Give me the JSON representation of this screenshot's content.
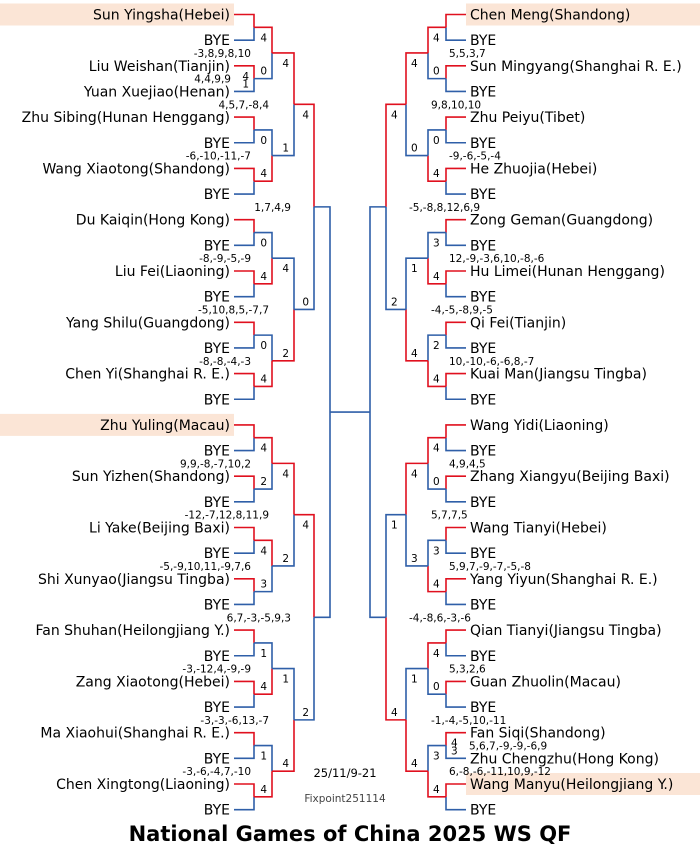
{
  "title": "National Games of China 2025 WS QF",
  "date": "25/11/9-21",
  "credit": "Fixpoint251114",
  "bye_label": "BYE",
  "colors": {
    "highlight": "#fbe5d6",
    "winner_line": "#e0101f",
    "loser_line": "#2f5fa8"
  },
  "left": {
    "players": [
      "Sun Yingsha(Hebei)",
      "BYE",
      "Liu Weishan(Tianjin)",
      "Yuan Xuejiao(Henan)",
      "Zhu Sibing(Hunan Henggang)",
      "BYE",
      "Wang Xiaotong(Shandong)",
      "BYE",
      "Du Kaiqin(Hong Kong)",
      "BYE",
      "Liu Fei(Liaoning)",
      "BYE",
      "Yang Shilu(Guangdong)",
      "BYE",
      "Chen Yi(Shanghai R. E.)",
      "BYE",
      "Zhu Yuling(Macau)",
      "BYE",
      "Sun Yizhen(Shandong)",
      "BYE",
      "Li Yake(Beijing Baxi)",
      "BYE",
      "Shi Xunyao(Jiangsu Tingba)",
      "BYE",
      "Fan Shuhan(Heilongjiang Y.)",
      "BYE",
      "Zang Xiaotong(Hebei)",
      "BYE",
      "Ma Xiaohui(Shanghai R. E.)",
      "BYE",
      "Chen Xingtong(Liaoning)",
      "BYE"
    ],
    "highlighted": [
      0,
      16
    ],
    "r1": [
      {
        "s": [
          "",
          ""
        ],
        "w": 0,
        "sc": ""
      },
      {
        "s": [
          "4",
          "1"
        ],
        "w": 0,
        "sc": "4,4,9,9"
      },
      {
        "s": [
          "",
          ""
        ],
        "w": 0,
        "sc": ""
      },
      {
        "s": [
          "",
          ""
        ],
        "w": 0,
        "sc": ""
      },
      {
        "s": [
          "",
          ""
        ],
        "w": 0,
        "sc": ""
      },
      {
        "s": [
          "",
          ""
        ],
        "w": 0,
        "sc": ""
      },
      {
        "s": [
          "",
          ""
        ],
        "w": 0,
        "sc": ""
      },
      {
        "s": [
          "",
          ""
        ],
        "w": 0,
        "sc": ""
      },
      {
        "s": [
          "",
          ""
        ],
        "w": 0,
        "sc": ""
      },
      {
        "s": [
          "",
          ""
        ],
        "w": 0,
        "sc": ""
      },
      {
        "s": [
          "",
          ""
        ],
        "w": 0,
        "sc": ""
      },
      {
        "s": [
          "",
          ""
        ],
        "w": 0,
        "sc": ""
      },
      {
        "s": [
          "",
          ""
        ],
        "w": 0,
        "sc": ""
      },
      {
        "s": [
          "",
          ""
        ],
        "w": 0,
        "sc": ""
      },
      {
        "s": [
          "",
          ""
        ],
        "w": 0,
        "sc": ""
      },
      {
        "s": [
          "",
          ""
        ],
        "w": 0,
        "sc": ""
      }
    ],
    "r2": [
      {
        "s": [
          "4",
          "0"
        ],
        "w": 0,
        "sc": "-3,8,9,8,10"
      },
      {
        "s": [
          "0",
          "4"
        ],
        "w": 1,
        "sc": "-6,-10,-11,-7"
      },
      {
        "s": [
          "0",
          "4"
        ],
        "w": 1,
        "sc": "-8,-9,-5,-9"
      },
      {
        "s": [
          "0",
          "4"
        ],
        "w": 1,
        "sc": "-8,-8,-4,-3"
      },
      {
        "s": [
          "4",
          "2"
        ],
        "w": 0,
        "sc": "9,9,-8,-7,10,2"
      },
      {
        "s": [
          "4",
          "3"
        ],
        "w": 0,
        "sc": "-5,-9,10,11,-9,7,6"
      },
      {
        "s": [
          "1",
          "4"
        ],
        "w": 1,
        "sc": "-3,-12,4,-9,-9"
      },
      {
        "s": [
          "1",
          "4"
        ],
        "w": 1,
        "sc": "-3,-6,-4,7,-10"
      }
    ],
    "r3": [
      {
        "s": [
          "4",
          "1"
        ],
        "w": 0,
        "sc": "4,5,7,-8,4"
      },
      {
        "s": [
          "4",
          "2"
        ],
        "w": 1,
        "sc": "-5,10,8,5,-7,7"
      },
      {
        "s": [
          "4",
          "2"
        ],
        "w": 0,
        "sc": "-12,-7,12,8,11,9"
      },
      {
        "s": [
          "1",
          "4"
        ],
        "w": 1,
        "sc": "-3,-3,-6,13,-7"
      }
    ],
    "r4": [
      {
        "s": [
          "4",
          "0"
        ],
        "w": 0,
        "sc": "1,7,4,9"
      },
      {
        "s": [
          "4",
          "2"
        ],
        "w": 0,
        "sc": "6,7,-3,-5,9,3"
      }
    ]
  },
  "right": {
    "players": [
      "Chen Meng(Shandong)",
      "BYE",
      "Sun Mingyang(Shanghai R. E.)",
      "BYE",
      "Zhu Peiyu(Tibet)",
      "BYE",
      "He Zhuojia(Hebei)",
      "BYE",
      "Zong Geman(Guangdong)",
      "BYE",
      "Hu Limei(Hunan Henggang)",
      "BYE",
      "Qi Fei(Tianjin)",
      "BYE",
      "Kuai Man(Jiangsu Tingba)",
      "BYE",
      "Wang Yidi(Liaoning)",
      "BYE",
      "Zhang Xiangyu(Beijing Baxi)",
      "BYE",
      "Wang Tianyi(Hebei)",
      "BYE",
      "Yang Yiyun(Shanghai R. E.)",
      "BYE",
      "Qian Tianyi(Jiangsu Tingba)",
      "BYE",
      "Guan Zhuolin(Macau)",
      "BYE",
      "Fan Siqi(Shandong)",
      "Zhu Chengzhu(Hong Kong)",
      "Wang Manyu(Heilongjiang Y.)",
      "BYE"
    ],
    "highlighted": [
      0,
      30
    ],
    "r1": [
      {
        "s": [
          "",
          ""
        ],
        "w": 0,
        "sc": ""
      },
      {
        "s": [
          "",
          ""
        ],
        "w": 0,
        "sc": ""
      },
      {
        "s": [
          "",
          ""
        ],
        "w": 0,
        "sc": ""
      },
      {
        "s": [
          "",
          ""
        ],
        "w": 0,
        "sc": ""
      },
      {
        "s": [
          "",
          ""
        ],
        "w": 0,
        "sc": ""
      },
      {
        "s": [
          "",
          ""
        ],
        "w": 0,
        "sc": ""
      },
      {
        "s": [
          "",
          ""
        ],
        "w": 0,
        "sc": ""
      },
      {
        "s": [
          "",
          ""
        ],
        "w": 0,
        "sc": ""
      },
      {
        "s": [
          "",
          ""
        ],
        "w": 0,
        "sc": ""
      },
      {
        "s": [
          "",
          ""
        ],
        "w": 0,
        "sc": ""
      },
      {
        "s": [
          "",
          ""
        ],
        "w": 0,
        "sc": ""
      },
      {
        "s": [
          "",
          ""
        ],
        "w": 0,
        "sc": ""
      },
      {
        "s": [
          "",
          ""
        ],
        "w": 0,
        "sc": ""
      },
      {
        "s": [
          "",
          ""
        ],
        "w": 0,
        "sc": ""
      },
      {
        "s": [
          "4",
          "3"
        ],
        "w": 0,
        "sc": "5,6,7,-9,-9,-6,9"
      },
      {
        "s": [
          "",
          ""
        ],
        "w": 0,
        "sc": ""
      }
    ],
    "r2": [
      {
        "s": [
          "4",
          "0"
        ],
        "w": 0,
        "sc": "5,5,3,7"
      },
      {
        "s": [
          "0",
          "4"
        ],
        "w": 1,
        "sc": "-9,-6,-5,-4"
      },
      {
        "s": [
          "3",
          "4"
        ],
        "w": 1,
        "sc": "12,-9,-3,6,10,-8,-6"
      },
      {
        "s": [
          "2",
          "4"
        ],
        "w": 1,
        "sc": "10,-10,-6,-6,8,-7"
      },
      {
        "s": [
          "4",
          "0"
        ],
        "w": 0,
        "sc": "4,9,4,5"
      },
      {
        "s": [
          "3",
          "4"
        ],
        "w": 1,
        "sc": "5,9,7,-9,-7,-5,-8"
      },
      {
        "s": [
          "4",
          "0"
        ],
        "w": 0,
        "sc": "5,3,2,6"
      },
      {
        "s": [
          "3",
          "4"
        ],
        "w": 1,
        "sc": "6,-8,-6,-11,10,9,-12"
      }
    ],
    "r3": [
      {
        "s": [
          "4",
          "0"
        ],
        "w": 0,
        "sc": "9,8,10,10"
      },
      {
        "s": [
          "1",
          "4"
        ],
        "w": 1,
        "sc": "-4,-5,-8,9,-5"
      },
      {
        "s": [
          "4",
          "3"
        ],
        "w": 0,
        "sc": "5,7,7,5"
      },
      {
        "s": [
          "1",
          "4"
        ],
        "w": 1,
        "sc": "-1,-4,-5,10,-11"
      }
    ],
    "r4": [
      {
        "s": [
          "4",
          "2"
        ],
        "w": 0,
        "sc": "-5,-8,8,12,6,9"
      },
      {
        "s": [
          "1",
          "4"
        ],
        "w": 1,
        "sc": "-4,-8,6,-3,-6"
      }
    ]
  }
}
